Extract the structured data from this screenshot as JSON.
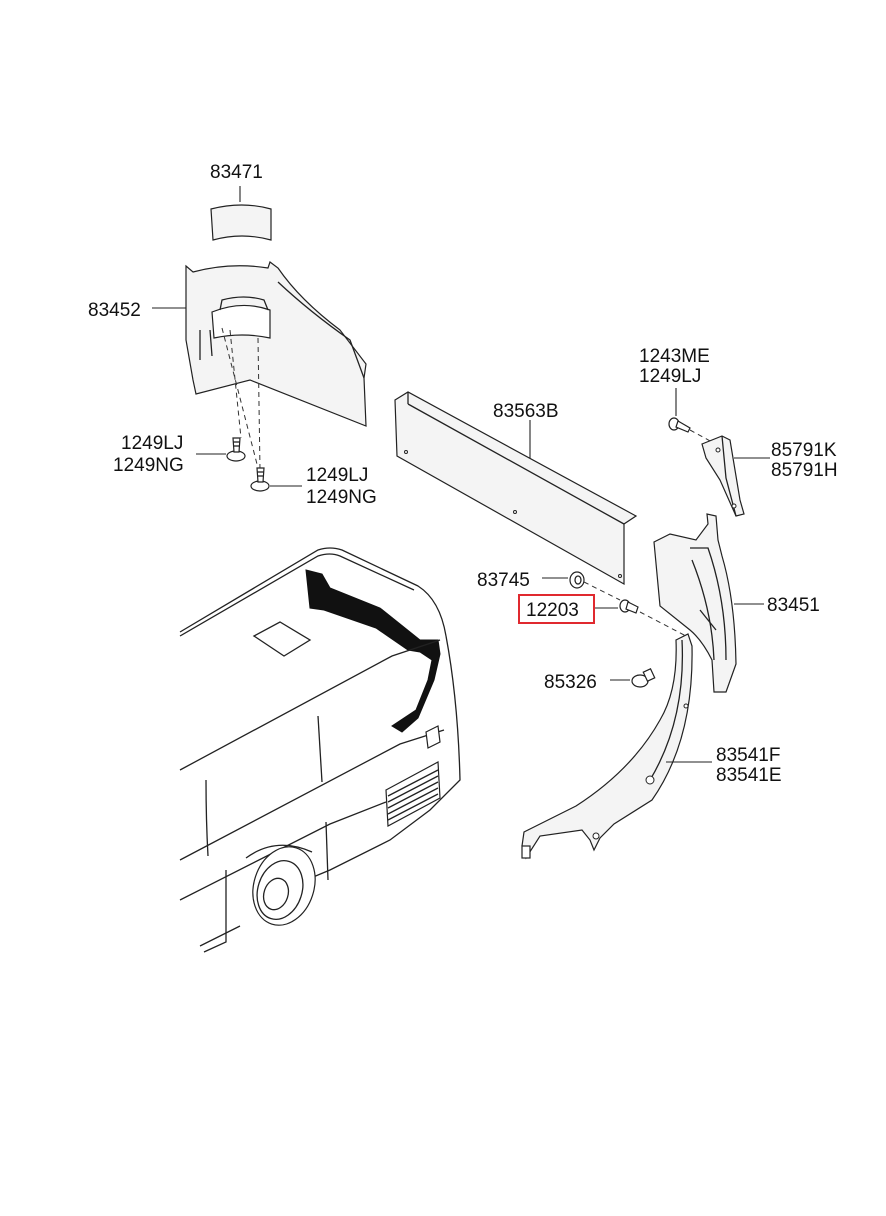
{
  "diagram": {
    "labels": {
      "l83471": "83471",
      "l83452": "83452",
      "l1249LJ_a": "1249LJ",
      "l1249NG_a": "1249NG",
      "l1249LJ_b": "1249LJ",
      "l1249NG_b": "1249NG",
      "l83563B": "83563B",
      "l1243ME": "1243ME",
      "l1249LJ_c": "1249LJ",
      "l85791K": "85791K",
      "l85791H": "85791H",
      "l83745": "83745",
      "l12203": "12203",
      "l83451": "83451",
      "l85326": "85326",
      "l83541F": "83541F",
      "l83541E": "83541E"
    },
    "highlight_color": "#e0292f"
  }
}
